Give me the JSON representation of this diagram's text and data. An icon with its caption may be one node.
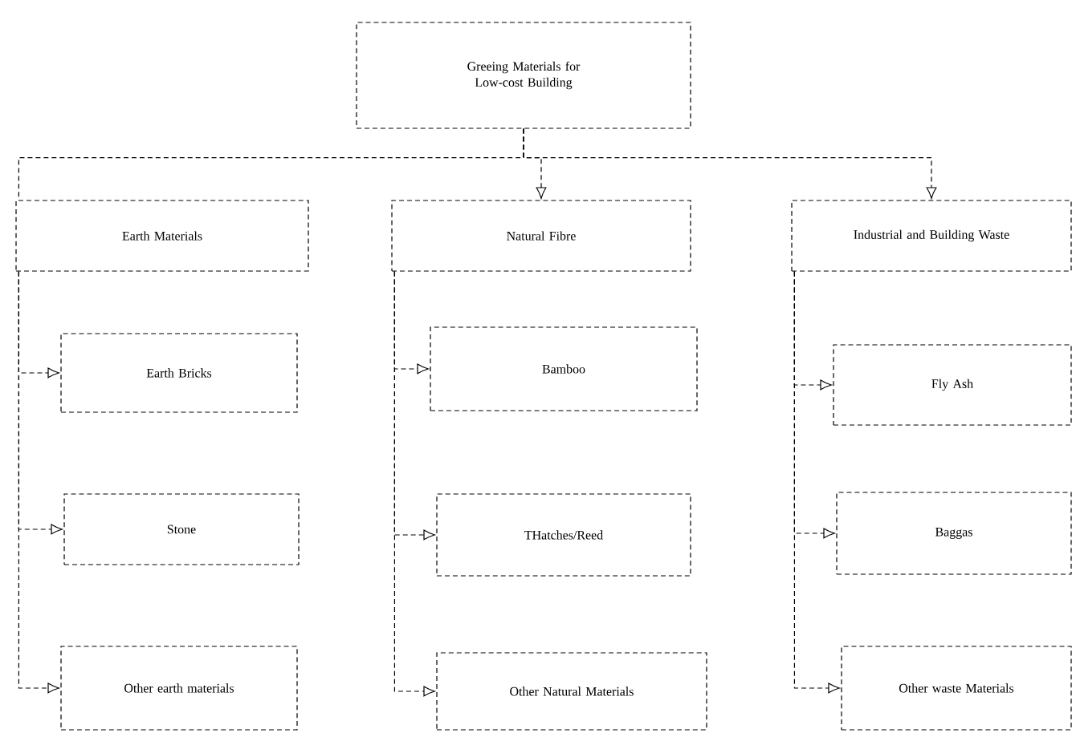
{
  "diagram": {
    "nodes": [
      {
        "text": [
          "Greeing Materials for Low-cost Building"
        ]
      },
      {
        "text": [
          "Earth Materials"
        ]
      },
      {
        "text": [
          "Natural Fibre"
        ]
      },
      {
        "text": [
          "Industrial and Building Waste"
        ]
      },
      {
        "text": [
          "Earth Bricks"
        ]
      },
      {
        "text": [
          "Stone"
        ]
      },
      {
        "text": [
          "Other earth materials"
        ]
      },
      {
        "text": [
          "Bamboo"
        ]
      },
      {
        "text": [
          "THatches/Reed"
        ]
      },
      {
        "text": [
          "Other Natural Materials"
        ]
      },
      {
        "text": [
          "Fly Ash"
        ]
      },
      {
        "text": [
          "Baggas"
        ]
      },
      {
        "text": [
          "Other waste Materials"
        ]
      }
    ],
    "edges": [
      {
        "from": 0,
        "to": 1,
        "arrow": "none"
      },
      {
        "from": 0,
        "to": 2,
        "arrow": "to"
      },
      {
        "from": 0,
        "to": 3,
        "arrow": "to"
      },
      {
        "from": 1,
        "to": 4,
        "arrow": "to"
      },
      {
        "from": 1,
        "to": 5,
        "arrow": "to"
      },
      {
        "from": 1,
        "to": 6,
        "arrow": "to"
      },
      {
        "from": 2,
        "to": 7,
        "arrow": "to"
      },
      {
        "from": 2,
        "to": 8,
        "arrow": "to"
      },
      {
        "from": 2,
        "to": 9,
        "arrow": "to"
      },
      {
        "from": 3,
        "to": 10,
        "arrow": "to"
      },
      {
        "from": 3,
        "to": 11,
        "arrow": "to"
      },
      {
        "from": 3,
        "to": 12,
        "arrow": "to"
      }
    ]
  }
}
